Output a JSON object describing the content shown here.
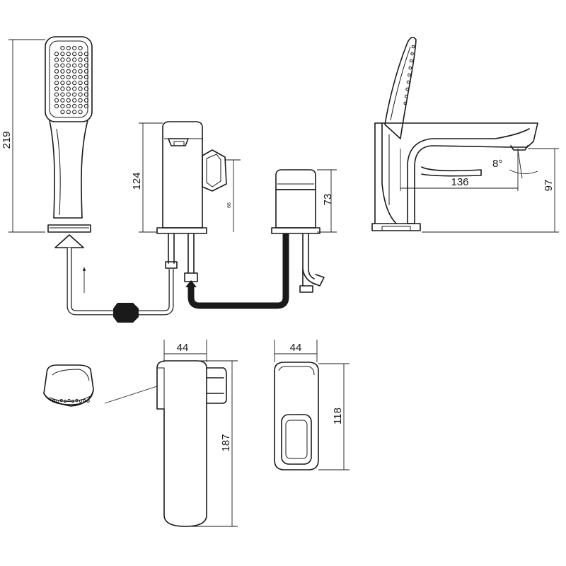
{
  "dimensions": {
    "handshower_height": "219",
    "mixer_height": "124",
    "mixer_lever_height": "66",
    "diverter_height": "73",
    "spout_reach": "136",
    "spout_angle": "8°",
    "spout_height": "97",
    "mixer_top_width": "44",
    "mixer_top_length": "187",
    "diverter_top_width": "44",
    "diverter_top_length": "118"
  }
}
